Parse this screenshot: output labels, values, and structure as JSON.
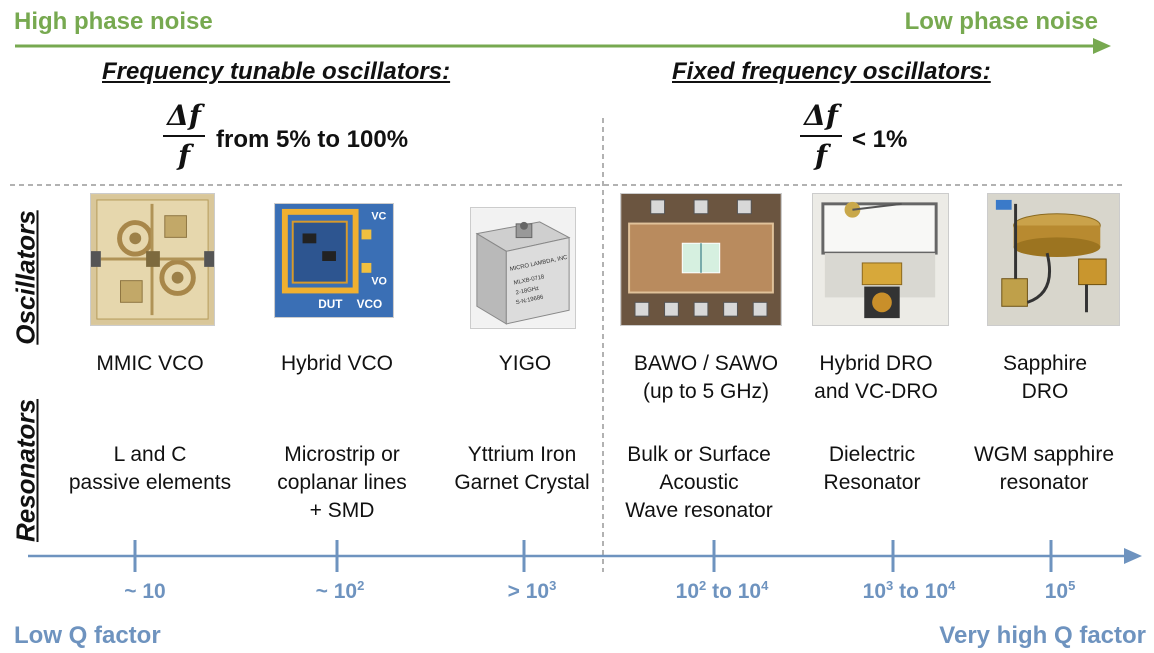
{
  "top": {
    "left": "High phase noise",
    "right": "Low phase noise",
    "color": "#77a950"
  },
  "sections": {
    "tunable": "Frequency tunable oscillators:",
    "fixed": "Fixed frequency oscillators:"
  },
  "fraction": {
    "numerator": "Δf",
    "denominator": "f"
  },
  "conditions": {
    "tunable": "from 5% to 100%",
    "fixed": "< 1%"
  },
  "side_labels": {
    "oscillators": "Oscillators",
    "resonators": "Resonators"
  },
  "columns": [
    {
      "oscillator": [
        "MMIC VCO"
      ],
      "resonator": [
        "L and C",
        "passive elements"
      ],
      "q_prefix": "~ 10",
      "q_exp": "",
      "q_suffix": "",
      "q_exp2": "",
      "photo_icon": "mmic-chip"
    },
    {
      "oscillator": [
        "Hybrid VCO"
      ],
      "resonator": [
        "Microstrip or",
        "coplanar lines",
        "+ SMD"
      ],
      "q_prefix": "~ 10",
      "q_exp": "2",
      "q_suffix": "",
      "q_exp2": "",
      "photo_icon": "hybrid-board",
      "photo_text": [
        "VC",
        "VO",
        "DUT",
        "VCO"
      ]
    },
    {
      "oscillator": [
        "YIGO"
      ],
      "resonator": [
        "Yttrium Iron",
        "Garnet Crystal"
      ],
      "q_prefix": "> 10",
      "q_exp": "3",
      "q_suffix": "",
      "q_exp2": "",
      "photo_icon": "yig-module",
      "photo_text": [
        "MICRO LAMBDA, INC",
        "MLXB-0718",
        "2-18GHz",
        "S-N:19686"
      ]
    },
    {
      "oscillator": [
        "BAWO / SAWO",
        "(up to 5 GHz)"
      ],
      "resonator": [
        "Bulk or Surface",
        "Acoustic",
        "Wave resonator"
      ],
      "q_prefix": "10",
      "q_exp": "2",
      "q_suffix": " to 10",
      "q_exp2": "4",
      "photo_icon": "saw-die"
    },
    {
      "oscillator": [
        "Hybrid DRO",
        "and VC-DRO"
      ],
      "resonator": [
        "Dielectric",
        "Resonator"
      ],
      "q_prefix": "10",
      "q_exp": "3",
      "q_suffix": " to 10",
      "q_exp2": "4",
      "photo_icon": "dro-cavity"
    },
    {
      "oscillator": [
        "Sapphire",
        "DRO"
      ],
      "resonator": [
        "WGM sapphire",
        "resonator"
      ],
      "q_prefix": "10",
      "q_exp": "5",
      "q_suffix": "",
      "q_exp2": "",
      "photo_icon": "sapphire-setup"
    }
  ],
  "bottom": {
    "left": "Low Q factor",
    "right": "Very high Q factor",
    "color": "#6e93bf"
  }
}
